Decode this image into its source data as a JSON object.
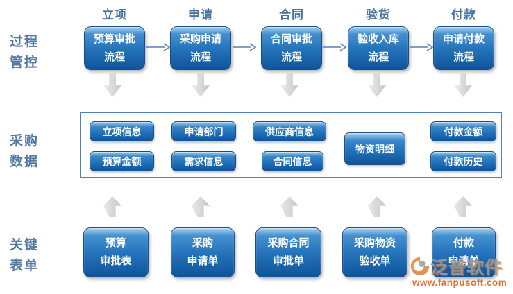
{
  "diagram": {
    "row_labels": [
      {
        "line1": "过程",
        "line2": "管控"
      },
      {
        "line1": "采购",
        "line2": "数据"
      },
      {
        "line1": "关键",
        "line2": "表单"
      }
    ],
    "stages": [
      {
        "label": "立项",
        "process_line1": "预算审批",
        "process_line2": "流程",
        "form_line1": "预算",
        "form_line2": "审批表"
      },
      {
        "label": "申请",
        "process_line1": "采购申请",
        "process_line2": "流程",
        "form_line1": "采购",
        "form_line2": "申请单"
      },
      {
        "label": "合同",
        "process_line1": "合同审批",
        "process_line2": "流程",
        "form_line1": "采购合同",
        "form_line2": "审批单"
      },
      {
        "label": "验货",
        "process_line1": "验收入库",
        "process_line2": "流程",
        "form_line1": "采购物资",
        "form_line2": "验收单"
      },
      {
        "label": "付款",
        "process_line1": "申请付款",
        "process_line2": "流程",
        "form_line1": "付款",
        "form_line2": "申请单"
      }
    ],
    "data_columns": [
      {
        "top": "立项信息",
        "bottom": "预算金额"
      },
      {
        "top": "申请部门",
        "bottom": "需求信息"
      },
      {
        "top": "供应商信息",
        "bottom": "合同信息"
      },
      {
        "single": "物资明细"
      },
      {
        "top": "付款金额",
        "bottom": "付款历史"
      }
    ],
    "watermark": {
      "brand": "泛普软件",
      "url": "www.fanpusoft.com"
    }
  },
  "colors": {
    "box_blue": "#2473bb",
    "box_border": "#1c4e85",
    "label_blue": "#5579a3",
    "container_border": "#4f81bd",
    "connector_blue": "#4f81bd",
    "block_arrow_gray": "#d6d6d6",
    "watermark_orange": "#e2641c",
    "watermark_gray": "#9a9a9a"
  }
}
